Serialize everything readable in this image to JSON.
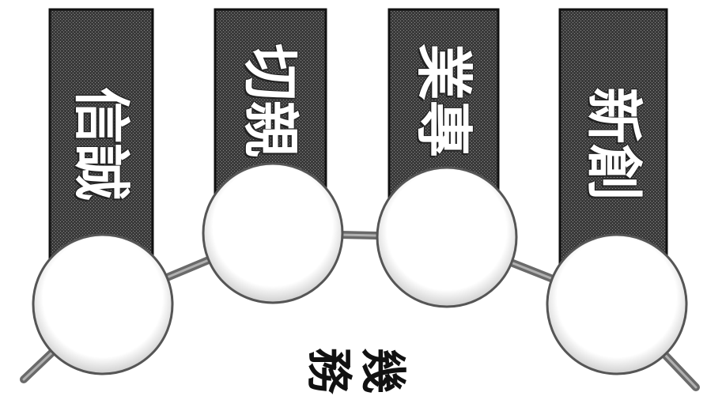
{
  "values": [
    {
      "label_char_1": "誠",
      "label_char_2": "信"
    },
    {
      "label_char_1": "親",
      "label_char_2": "切"
    },
    {
      "label_char_1": "專",
      "label_char_2": "業"
    },
    {
      "label_char_1": "創",
      "label_char_2": "新"
    }
  ],
  "bottom_text": {
    "char_1": "務",
    "char_2": "幾"
  },
  "colors": {
    "banner_fill": "#3a3a3a",
    "banner_border": "#111111",
    "circle_fill": "#ffffff",
    "circle_stroke": "#555555",
    "connector": "#6a6a6a"
  }
}
